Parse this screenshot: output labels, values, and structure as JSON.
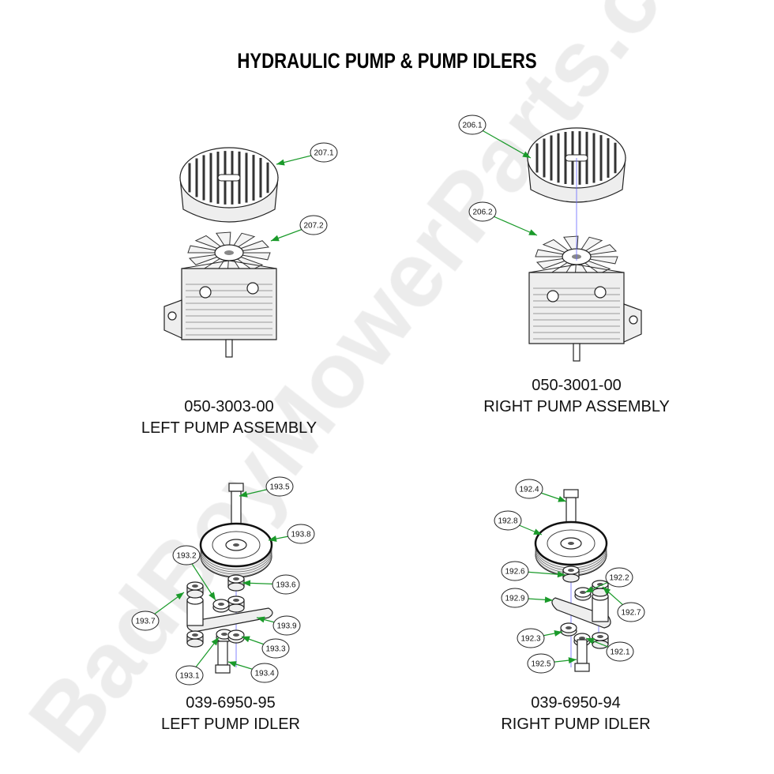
{
  "title": "HYDRAULIC PUMP & PUMP IDLERS",
  "watermark": "BadBoyMowerParts.com",
  "accent_color": "#1a9a2a",
  "assemblies": [
    {
      "part_number": "050-3003-00",
      "name": "LEFT PUMP ASSEMBLY",
      "callouts": [
        "207.1",
        "207.2"
      ]
    },
    {
      "part_number": "050-3001-00",
      "name": "RIGHT PUMP ASSEMBLY",
      "callouts": [
        "206.1",
        "206.2"
      ]
    },
    {
      "part_number": "039-6950-95",
      "name": "LEFT PUMP IDLER",
      "callouts": [
        "193.5",
        "193.8",
        "193.2",
        "193.6",
        "193.7",
        "193.9",
        "193.3",
        "193.1",
        "193.4"
      ]
    },
    {
      "part_number": "039-6950-94",
      "name": "RIGHT PUMP IDLER",
      "callouts": [
        "192.4",
        "192.8",
        "192.6",
        "192.2",
        "192.9",
        "192.7",
        "192.3",
        "192.1",
        "192.5"
      ]
    }
  ]
}
